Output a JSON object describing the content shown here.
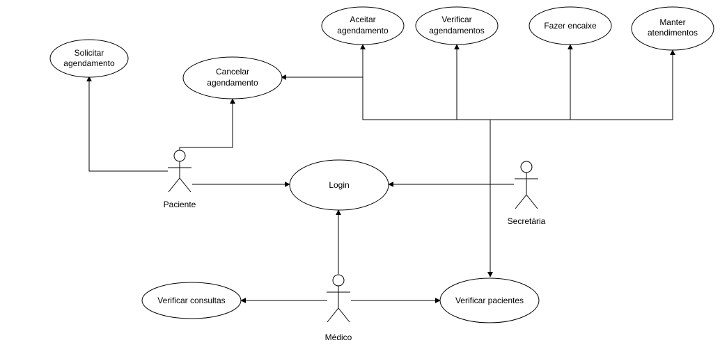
{
  "actors": {
    "paciente": "Paciente",
    "secretaria": "Secretária",
    "medico": "Médico"
  },
  "use_cases": {
    "solicitar": [
      "Solicitar",
      "agendamento"
    ],
    "cancelar": [
      "Cancelar",
      "agendamento"
    ],
    "aceitar": [
      "Aceitar",
      "agendamento"
    ],
    "verificar_ag": [
      "Verificar",
      "agendamentos"
    ],
    "encaixe": [
      "Fazer encaixe"
    ],
    "manter": [
      "Manter",
      "atendimentos"
    ],
    "login": [
      "Login"
    ],
    "verificar_consultas": [
      "Verificar consultas"
    ],
    "verificar_pacientes": [
      "Verificar pacientes"
    ]
  }
}
